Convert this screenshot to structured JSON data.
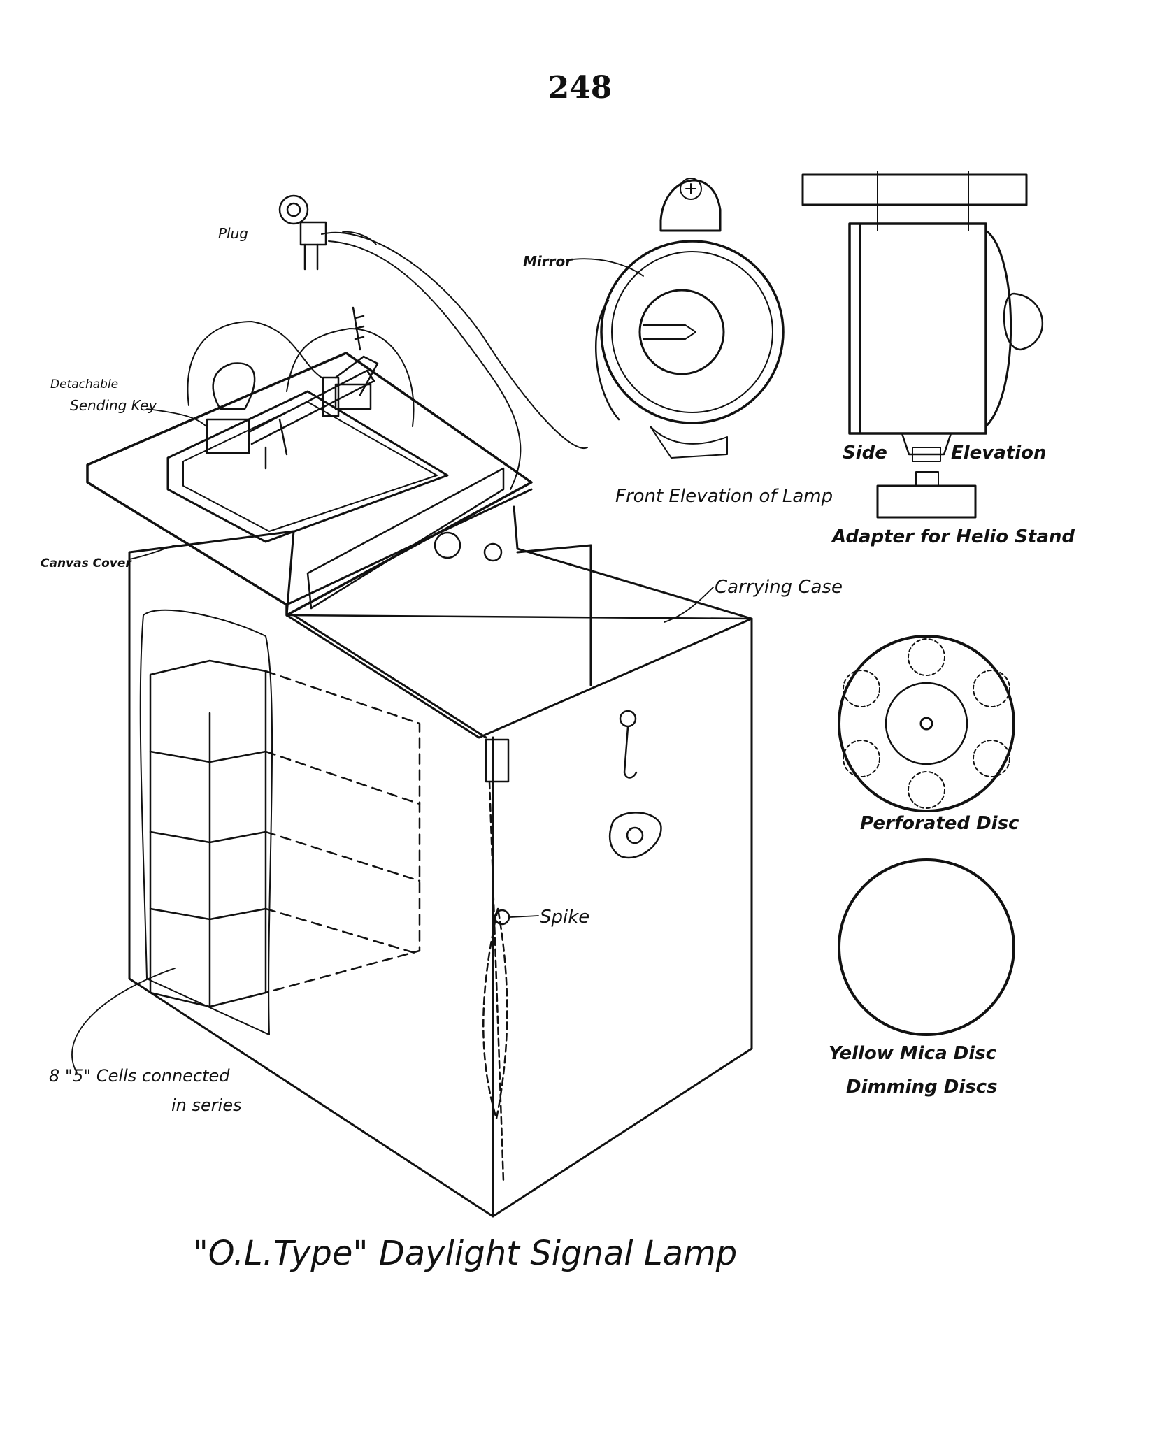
{
  "page_number": "248",
  "labels": {
    "plug": "Plug",
    "mirror": "Mirror",
    "detachable": "Detachable",
    "sending_key": "Sending Key",
    "canvas_cover": "Canvas Cover",
    "carrying_case": "Carrying Case",
    "front_elevation": "Front Elevation of Lamp",
    "side": "Side",
    "elevation": "Elevation",
    "adapter": "Adapter for Helio Stand",
    "perforated_disc": "Perforated Disc",
    "yellow_mica_disc": "Yellow Mica Disc",
    "dimming_discs": "Dimming Discs",
    "spike": "Spike",
    "cells": "8 \"5\" Cells connected",
    "in_series": "in series"
  },
  "caption": "\"O.L.Type\" Daylight Signal Lamp"
}
